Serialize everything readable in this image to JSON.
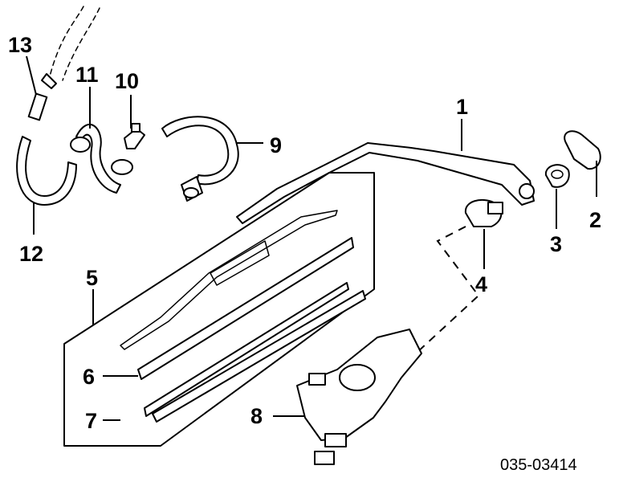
{
  "callouts": {
    "c1": "1",
    "c2": "2",
    "c3": "3",
    "c4": "4",
    "c5": "5",
    "c6": "6",
    "c7": "7",
    "c8": "8",
    "c9": "9",
    "c10": "10",
    "c11": "11",
    "c12": "12",
    "c13": "13"
  },
  "diagram_code": "035-03414"
}
